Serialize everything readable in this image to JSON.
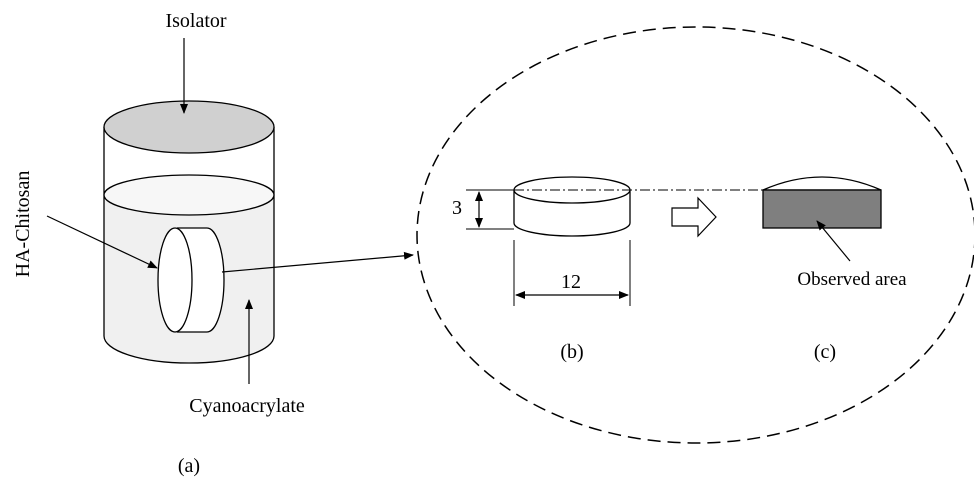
{
  "labels": {
    "isolator": "Isolator",
    "ha_chitosan": "HA-Chitosan",
    "cyanoacrylate": "Cyanoacrylate",
    "panel_a": "(a)",
    "panel_b": "(b)",
    "panel_c": "(c)",
    "dimension_height": "3",
    "dimension_diameter": "12",
    "observed_area": "Observed area"
  },
  "colors": {
    "isolator_top": "#d0d0d0",
    "cyanoacrylate_fill": "#f0f0f0",
    "observed_area_fill": "#7f7f7f",
    "stroke": "#000000"
  }
}
